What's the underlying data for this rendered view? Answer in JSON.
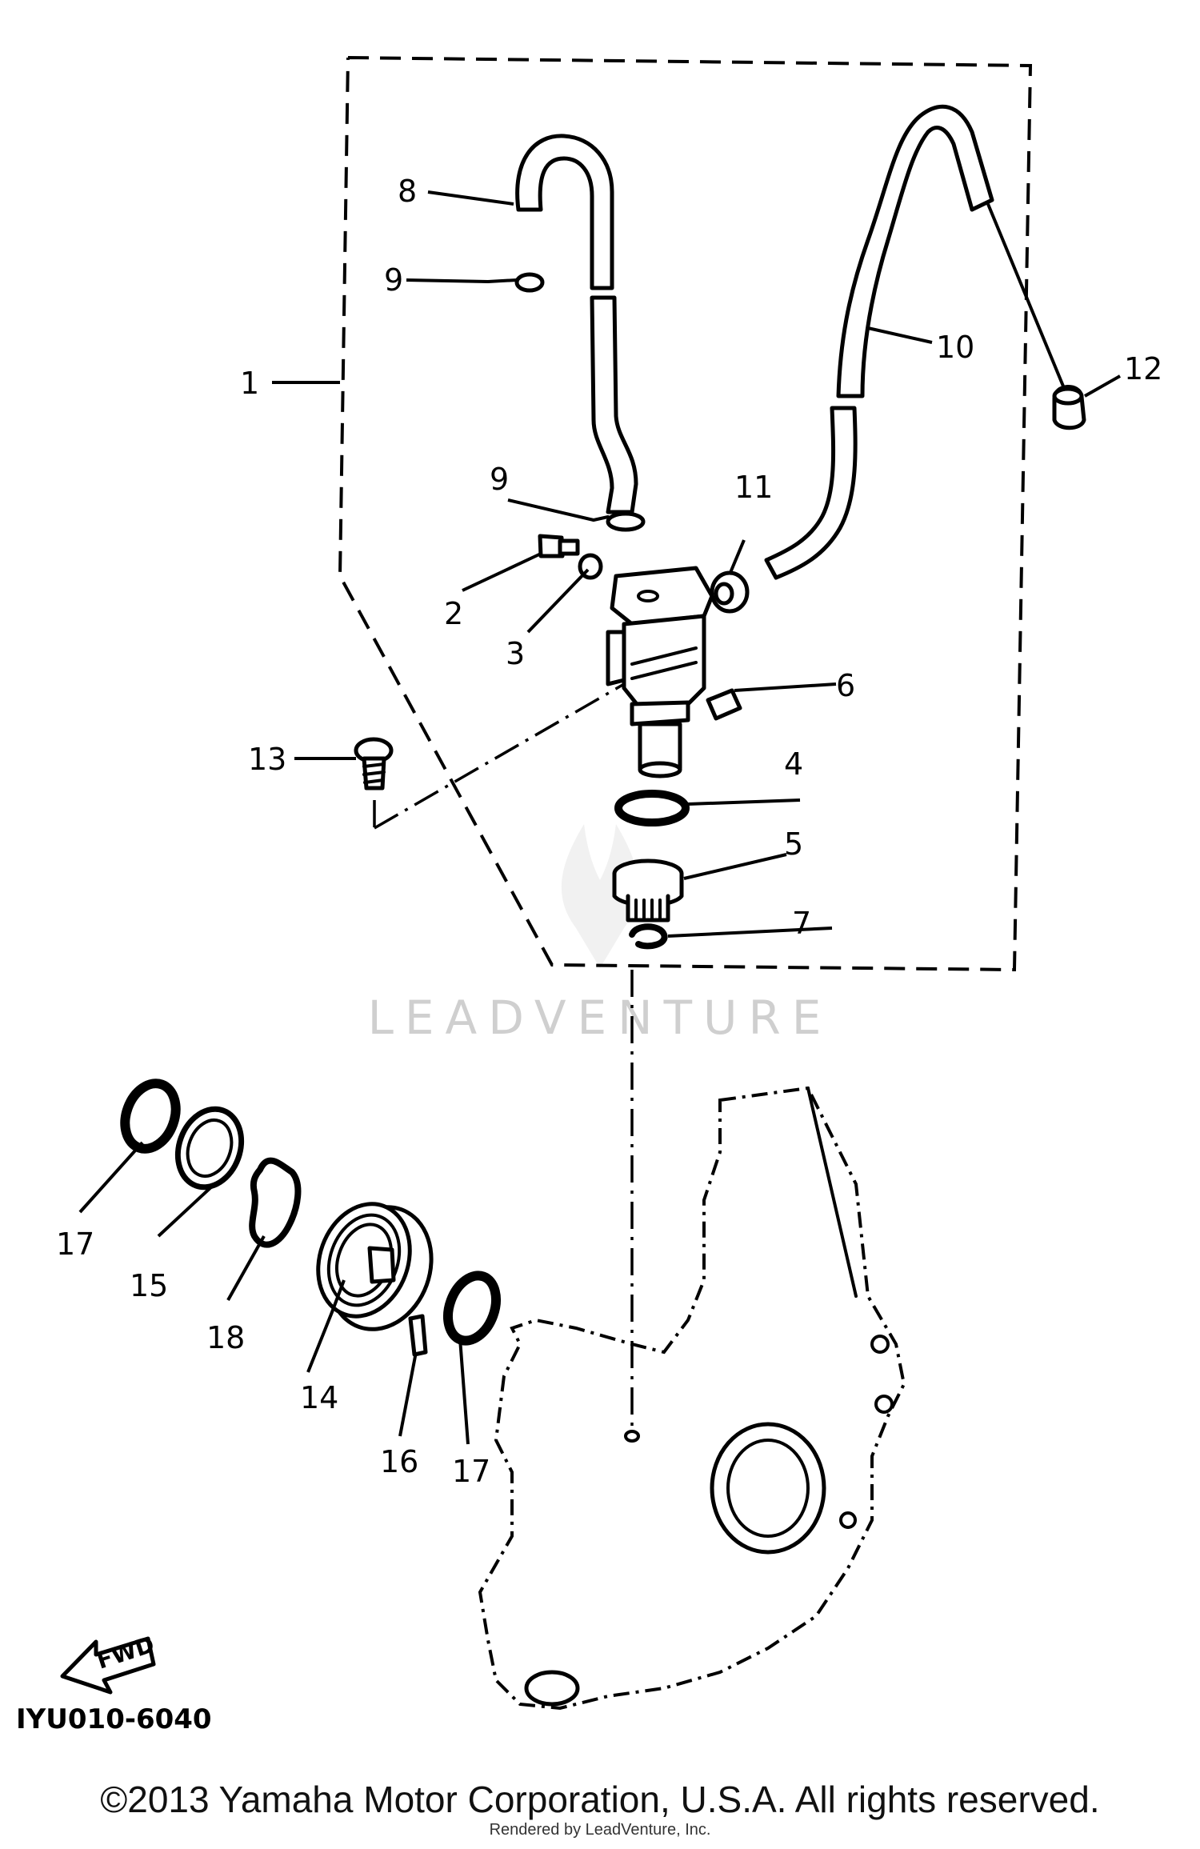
{
  "diagram": {
    "callouts": [
      {
        "id": "c1",
        "label": "1"
      },
      {
        "id": "c2",
        "label": "2"
      },
      {
        "id": "c3",
        "label": "3"
      },
      {
        "id": "c4",
        "label": "4"
      },
      {
        "id": "c5",
        "label": "5"
      },
      {
        "id": "c6",
        "label": "6"
      },
      {
        "id": "c7",
        "label": "7"
      },
      {
        "id": "c8",
        "label": "8"
      },
      {
        "id": "c9a",
        "label": "9"
      },
      {
        "id": "c9b",
        "label": "9"
      },
      {
        "id": "c10",
        "label": "10"
      },
      {
        "id": "c11",
        "label": "11"
      },
      {
        "id": "c12",
        "label": "12"
      },
      {
        "id": "c13",
        "label": "13"
      },
      {
        "id": "c14",
        "label": "14"
      },
      {
        "id": "c15",
        "label": "15"
      },
      {
        "id": "c16",
        "label": "16"
      },
      {
        "id": "c17a",
        "label": "17"
      },
      {
        "id": "c17b",
        "label": "17"
      },
      {
        "id": "c18",
        "label": "18"
      }
    ],
    "fwd_label": "FWD",
    "diagram_code": "IYU010-6040",
    "watermark": "LEADVENTURE"
  },
  "footer": {
    "copyright": "©2013 Yamaha Motor Corporation, U.S.A. All rights reserved.",
    "rendered_by": "Rendered by LeadVenture, Inc."
  }
}
